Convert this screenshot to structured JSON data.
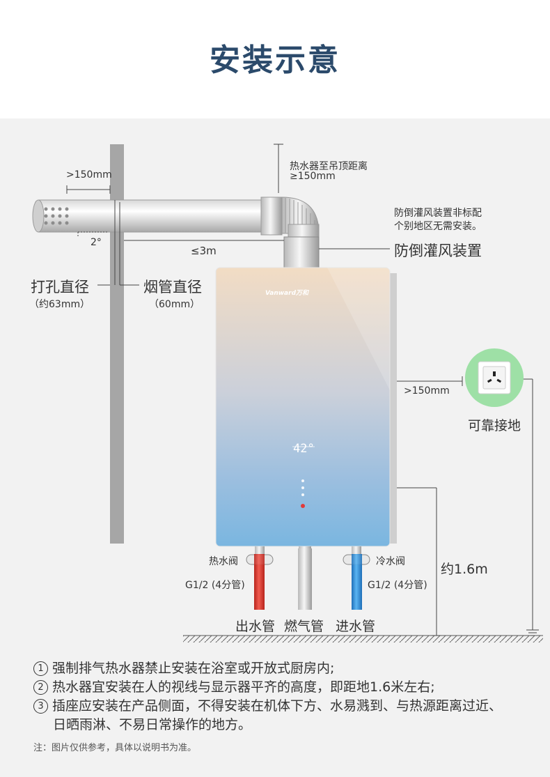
{
  "title": "安装示意",
  "labels": {
    "ceiling_distance_line1": "热水器至吊顶距离",
    "ceiling_distance_line2": "≥150mm",
    "wall_distance": ">150mm",
    "angle": "2°",
    "pipe_length": "≤3m",
    "anti_backflow_note_line1": "防倒灌风装置非标配",
    "anti_backflow_note_line2": "个别地区无需安装。",
    "anti_backflow_device": "防倒灌风装置",
    "hole_diameter": "打孔直径",
    "hole_diameter_value": "（约63mm）",
    "flue_diameter": "烟管直径",
    "flue_diameter_value": "（60mm）",
    "socket_distance": ">150mm",
    "socket_label": "可靠接地",
    "hot_valve": "热水阀",
    "cold_valve": "冷水阀",
    "hot_thread": "G1/2 (4分管)",
    "cold_thread": "G1/2 (4分管)",
    "height": "约1.6m",
    "outlet_pipe": "出水管",
    "gas_pipe": "燃气管",
    "inlet_pipe": "进水管"
  },
  "heater": {
    "brand": "Vanward万和",
    "display_temp": "42°"
  },
  "notes": [
    {
      "num": "①",
      "text": "强制排气热水器禁止安装在浴室或开放式厨房内;"
    },
    {
      "num": "②",
      "text": "热水器宜安装在人的视线与显示器平齐的高度，即距地1.6米左右;"
    },
    {
      "num": "③",
      "text": "插座应安装在产品侧面，不得安装在机体下方、水易溅到、与热源距离过近、",
      "cont": "日晒雨淋、不易日常操作的地方。"
    }
  ],
  "footnote": "注：图片仅供参考，具体以说明书为准。",
  "colors": {
    "title": "#2b4a6b",
    "panel": "#f2f2f2",
    "hot_pipe": "#e03a2f",
    "cold_pipe": "#2e8fe0",
    "socket_ring": "#9ee0a6"
  },
  "icons": [
    "socket-icon",
    "ground-icon"
  ]
}
